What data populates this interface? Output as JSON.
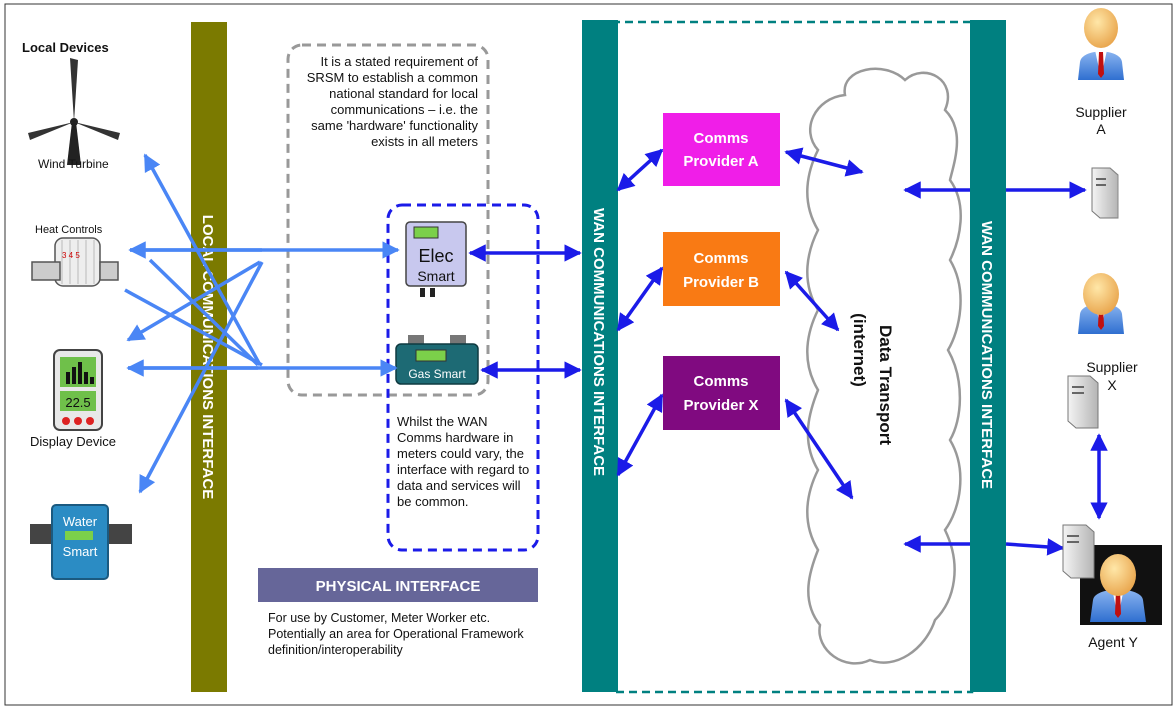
{
  "local_devices_heading": "Local Devices",
  "devices": {
    "wind_turbine": "Wind Turbine",
    "heat_controls": "Heat Controls",
    "heat_dial_numbers": "3 4 5",
    "display_device": "Display Device",
    "display_reading": "22.5",
    "water_smart_line1": "Water",
    "water_smart_line2": "Smart"
  },
  "meters": {
    "elec_line1": "Elec",
    "elec_line2": "Smart",
    "gas": "Gas Smart"
  },
  "interfaces": {
    "local": "LOCAL COMMUNICATIONS INTERFACE",
    "wan_left": "WAN COMMUNICATIONS INTERFACE",
    "wan_right": "WAN COMMUNICATIONS INTERFACE"
  },
  "notes": {
    "srsm": "It is a stated requirement of SRSM to establish a common national standard for local communications – i.e. the same 'hardware' functionality exists in all meters",
    "wan_hardware": "Whilst the WAN Comms hardware in meters could vary, the interface with regard to data and services will be common."
  },
  "physical_interface": {
    "title": "PHYSICAL INTERFACE",
    "description": "For use by Customer, Meter Worker etc. Potentially an area for Operational Framework definition/interoperability"
  },
  "providers": [
    {
      "line1": "Comms",
      "line2": "Provider A",
      "color": "#f01ee8"
    },
    {
      "line1": "Comms",
      "line2": "Provider B",
      "color": "#f97a14"
    },
    {
      "line1": "Comms",
      "line2": "Provider X",
      "color": "#800a80"
    }
  ],
  "data_transport": {
    "line1": "Data Transport",
    "line2": "(internet)"
  },
  "parties": {
    "supplier_a_line1": "Supplier",
    "supplier_a_line2": "A",
    "supplier_x_line1": "Supplier",
    "supplier_x_line2": "X",
    "agent_y": "Agent Y"
  },
  "colors": {
    "local_bar": "#7b7a00",
    "wan_bar": "#008080",
    "arrow": "#1b1be8",
    "device_arrow": "#4a86f5",
    "physical_banner": "#666699"
  }
}
